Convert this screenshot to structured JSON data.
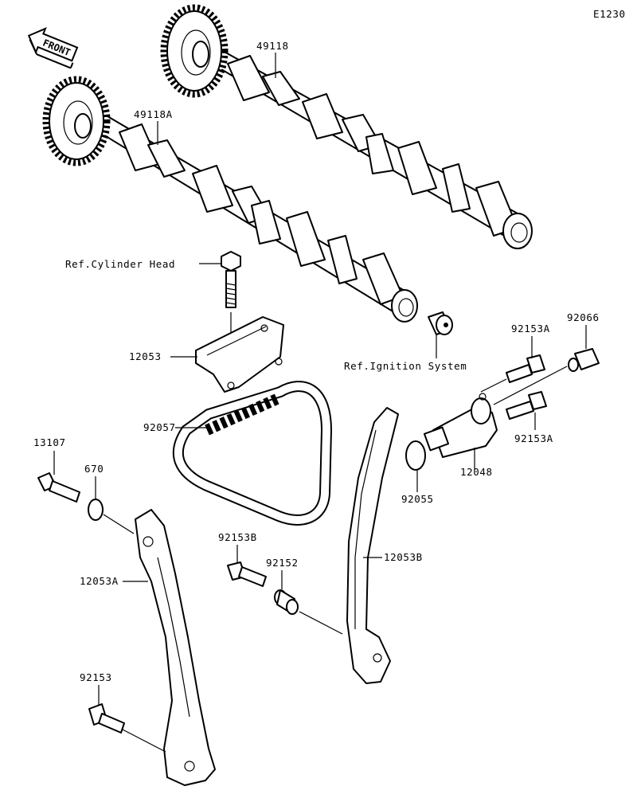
{
  "diagram_code": "E1230",
  "front_label": "FRONT",
  "labels": {
    "camshaft_exhaust": "49118",
    "camshaft_intake": "49118A",
    "ref_cylinder_head": "Ref.Cylinder Head",
    "guide_upper": "12053",
    "ref_ignition": "Ref.Ignition System",
    "bolt_92066": "92066",
    "bolt_92153a_top": "92153A",
    "bolt_92153a_bottom": "92153A",
    "tensioner": "12048",
    "oring_92055": "92055",
    "chain": "92057",
    "bolt_13107": "13107",
    "oring_670": "670",
    "guide_12053a": "12053A",
    "guide_12053b": "12053B",
    "bolt_92153b": "92153B",
    "collar_92152": "92152",
    "bolt_92153": "92153"
  }
}
